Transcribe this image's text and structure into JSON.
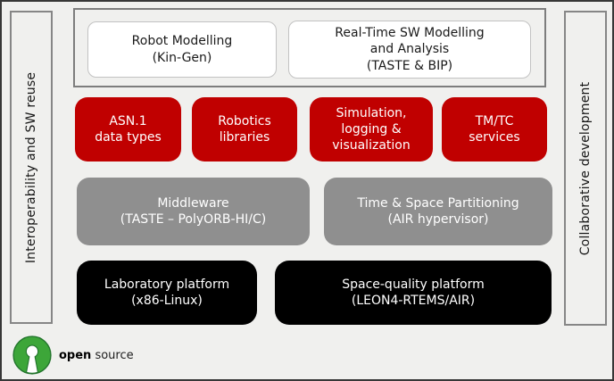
{
  "banners": {
    "left": "Interoperability and SW reuse",
    "right": "Collaborative development"
  },
  "modelling_group": {
    "boxes": [
      {
        "lines": [
          "Robot Modelling",
          "(Kin-Gen)"
        ]
      },
      {
        "lines": [
          "Real-Time SW Modelling",
          "and Analysis",
          "(TASTE & BIP)"
        ]
      }
    ]
  },
  "component_boxes": [
    {
      "lines": [
        "ASN.1",
        "data types"
      ]
    },
    {
      "lines": [
        "Robotics",
        "libraries"
      ]
    },
    {
      "lines": [
        "Simulation,",
        "logging &",
        "visualization"
      ]
    },
    {
      "lines": [
        "TM/TC",
        "services"
      ]
    }
  ],
  "middleware_boxes": [
    {
      "lines": [
        "Middleware",
        "(TASTE – PolyORB-HI/C)"
      ]
    },
    {
      "lines": [
        "Time & Space Partitioning",
        "(AIR hypervisor)"
      ]
    }
  ],
  "platform_boxes": [
    {
      "lines": [
        "Laboratory platform",
        "(x86-Linux)"
      ]
    },
    {
      "lines": [
        "Space-quality platform",
        "(LEON4-RTEMS/AIR)"
      ]
    }
  ],
  "logo": {
    "word_bold": "open",
    "word_regular": "source"
  },
  "colors": {
    "background": "#F0F0EE",
    "accent_red": "#C00000",
    "mid_gray": "#8F8F8F",
    "platform_black": "#000000",
    "banner_border": "#868686",
    "logo_green": "#3DA639"
  }
}
